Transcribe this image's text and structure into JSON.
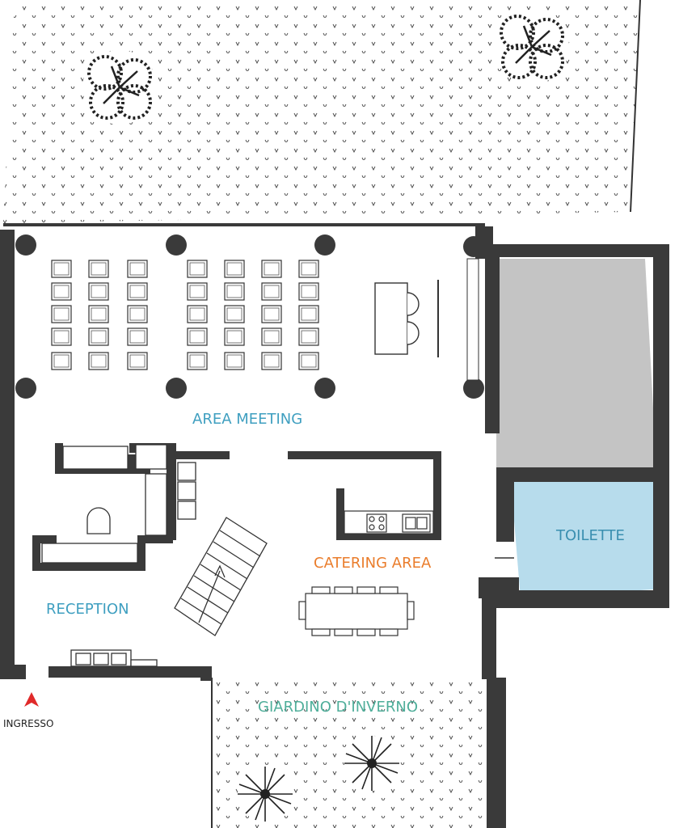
{
  "labels": {
    "area_meeting": "AREA MEETING",
    "catering_area": "CATERING AREA",
    "reception": "RECEPTION",
    "toilette": "TOILETTE",
    "giardino": "GIARDINO D'INVERNO",
    "ingresso": "INGRESSO"
  },
  "colors": {
    "meeting": "#3f9fc0",
    "catering": "#ea7d2c",
    "reception": "#3f9fc0",
    "toilette": "#3a8fb0",
    "giardino": "#4fae9a",
    "ingresso": "#222222",
    "entry_arrow": "#e02a2a",
    "wall": "#3a3a3a",
    "grey_room": "#c4c4c4",
    "toilette_fill": "#b7dcec"
  },
  "icons": {
    "entry": "entry-arrow-icon",
    "tree": "tree-icon"
  }
}
